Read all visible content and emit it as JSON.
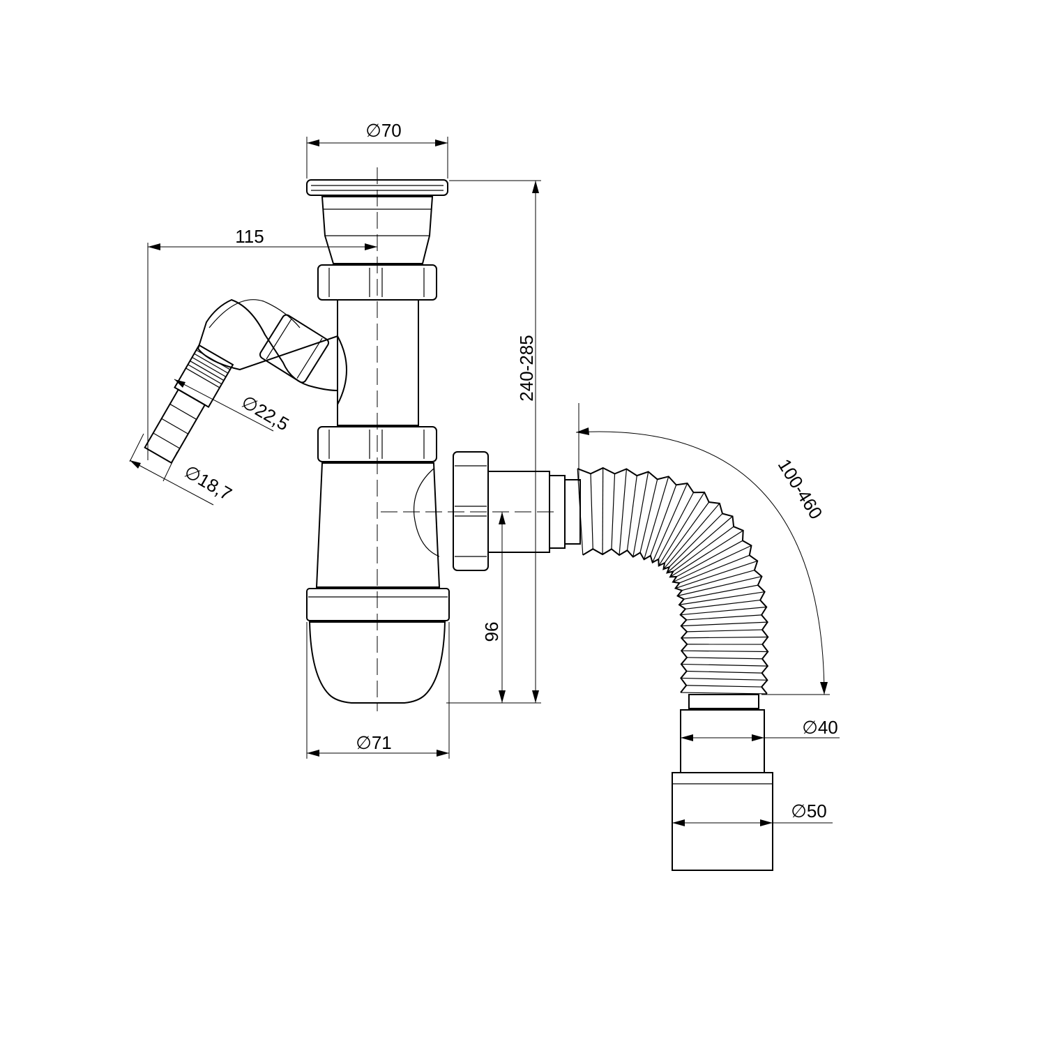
{
  "dimensions": {
    "top_diameter": "∅70",
    "offset_115": "115",
    "height_range": "240-285",
    "hose_diameter_22": "∅22,5",
    "hose_diameter_18": "∅18,7",
    "flex_length": "100-460",
    "height_96": "96",
    "bottom_diameter": "∅71",
    "outlet_diameter_40": "∅40",
    "outlet_diameter_50": "∅50"
  }
}
